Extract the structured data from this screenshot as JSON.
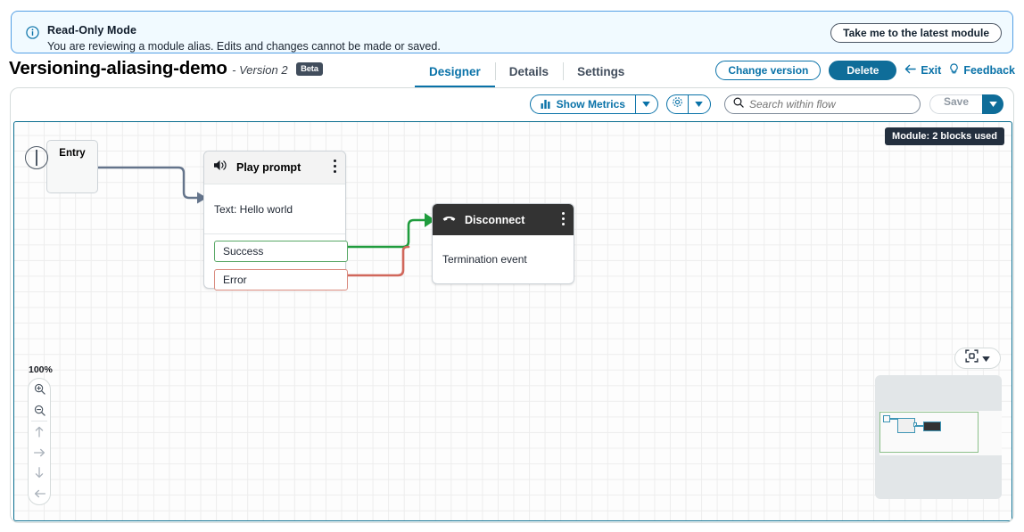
{
  "banner": {
    "icon": "info-circle-icon",
    "title": "Read-Only Mode",
    "message": "You are reviewing a module alias. Edits and changes cannot be made or saved.",
    "action_label": "Take me to the latest module"
  },
  "header": {
    "title": "Versioning-aliasing-demo",
    "version": "- Version 2",
    "badge": "Beta",
    "tabs": [
      {
        "label": "Designer",
        "active": true
      },
      {
        "label": "Details",
        "active": false
      },
      {
        "label": "Settings",
        "active": false
      }
    ],
    "change_version_label": "Change version",
    "delete_label": "Delete",
    "exit_label": "Exit",
    "feedback_label": "Feedback"
  },
  "toolbar": {
    "show_metrics_label": "Show Metrics",
    "metrics_dropdown_icon": "chevron-down-icon",
    "metrics_icon": "bar-chart-icon",
    "settings_icon": "gear-icon",
    "settings_dropdown_icon": "chevron-down-icon",
    "search_icon": "search-icon",
    "search_value": "",
    "search_placeholder": "Search within flow",
    "save_label": "Save",
    "save_dropdown_icon": "chevron-down-icon"
  },
  "canvas": {
    "tooltip": "Module: 2 blocks used",
    "zoom_level": "100%",
    "zoom_in_icon": "zoom-in-icon",
    "zoom_out_icon": "zoom-out-icon",
    "pan_up_icon": "arrow-up-icon",
    "pan_right_icon": "arrow-right-icon",
    "pan_down_icon": "arrow-down-icon",
    "pan_left_icon": "arrow-left-icon",
    "fit_icon": "fit-to-screen-icon",
    "fit_dropdown_icon": "chevron-down-icon",
    "nodes": {
      "entry": {
        "label": "Entry",
        "port_icon": "entry-port-icon"
      },
      "play_prompt": {
        "icon": "speaker-icon",
        "title": "Play prompt",
        "body": "Text: Hello world",
        "menu_icon": "kebab-menu-icon",
        "ports": [
          {
            "label": "Success",
            "color": "#59a866"
          },
          {
            "label": "Error",
            "color": "#d98b7f"
          }
        ]
      },
      "disconnect": {
        "icon": "hangup-phone-icon",
        "title": "Disconnect",
        "body": "Termination event",
        "menu_icon": "kebab-menu-icon"
      }
    }
  },
  "colors": {
    "accent": "#0972a8",
    "primary_button": "#0f6d99",
    "banner_bg": "#f1faff",
    "banner_border": "#539fe5",
    "success_wire": "#1f9c3d",
    "error_wire": "#d1675b",
    "entry_wire": "#64748b",
    "dark_header": "#333333",
    "tooltip_bg": "#232f3e",
    "badge_bg": "#414d5c"
  }
}
